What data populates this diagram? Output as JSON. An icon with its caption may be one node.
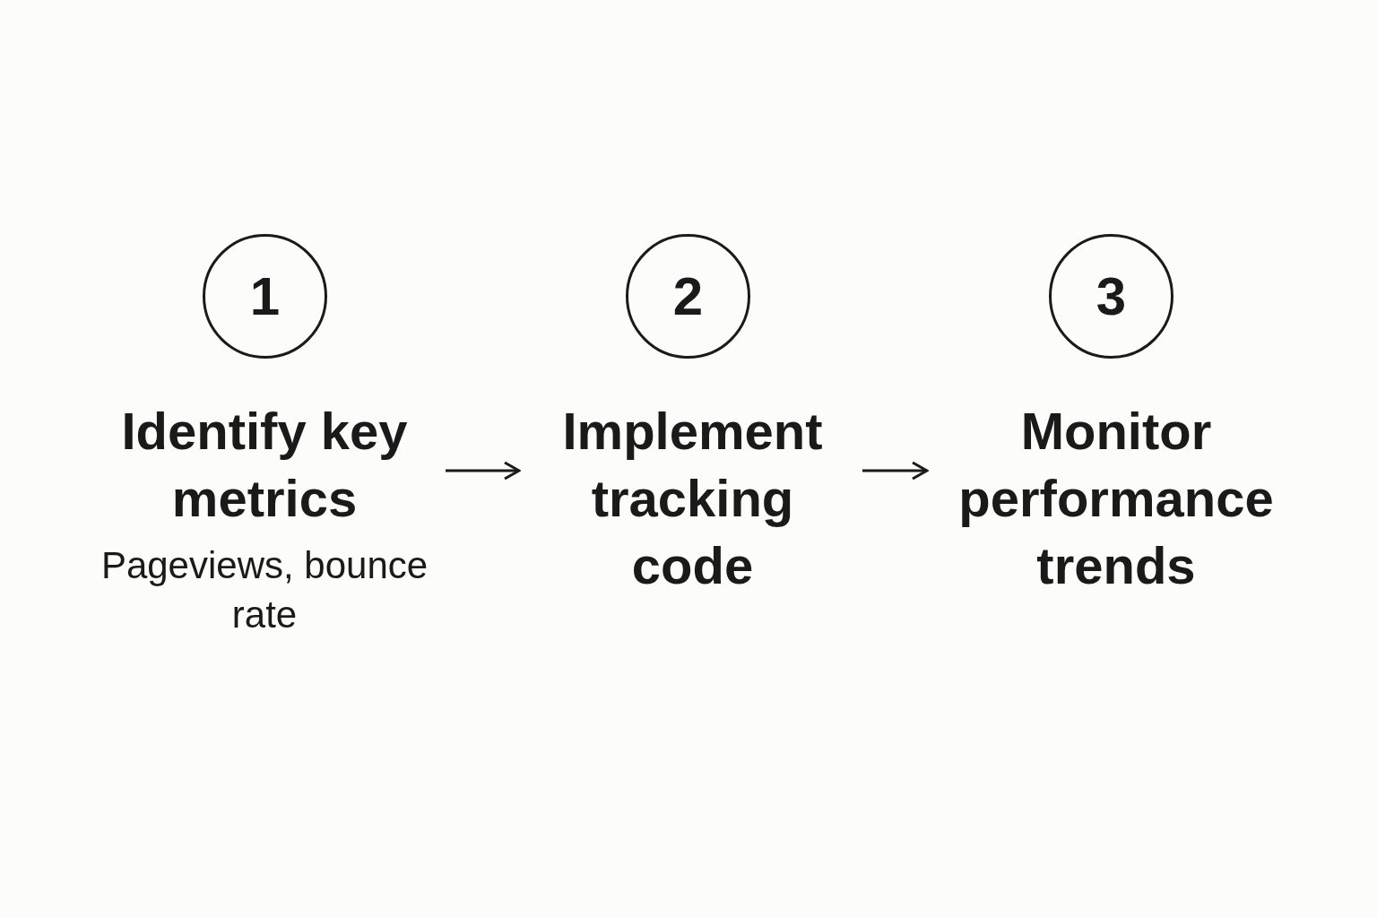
{
  "diagram": {
    "nodes": [
      {
        "text": [
          "1"
        ]
      },
      {
        "text": [
          "Identify key metrics"
        ],
        "beside": [
          "Pageviews, bounce rate"
        ]
      },
      {
        "text": [
          "2"
        ]
      },
      {
        "text": [
          "Implement tracking code"
        ]
      },
      {
        "text": [
          "3"
        ]
      },
      {
        "text": [
          "Monitor performance trends"
        ]
      }
    ],
    "edges": [
      {
        "from": 1,
        "to": 3,
        "arrow": "to"
      },
      {
        "from": 3,
        "to": 5,
        "arrow": "to"
      }
    ]
  }
}
